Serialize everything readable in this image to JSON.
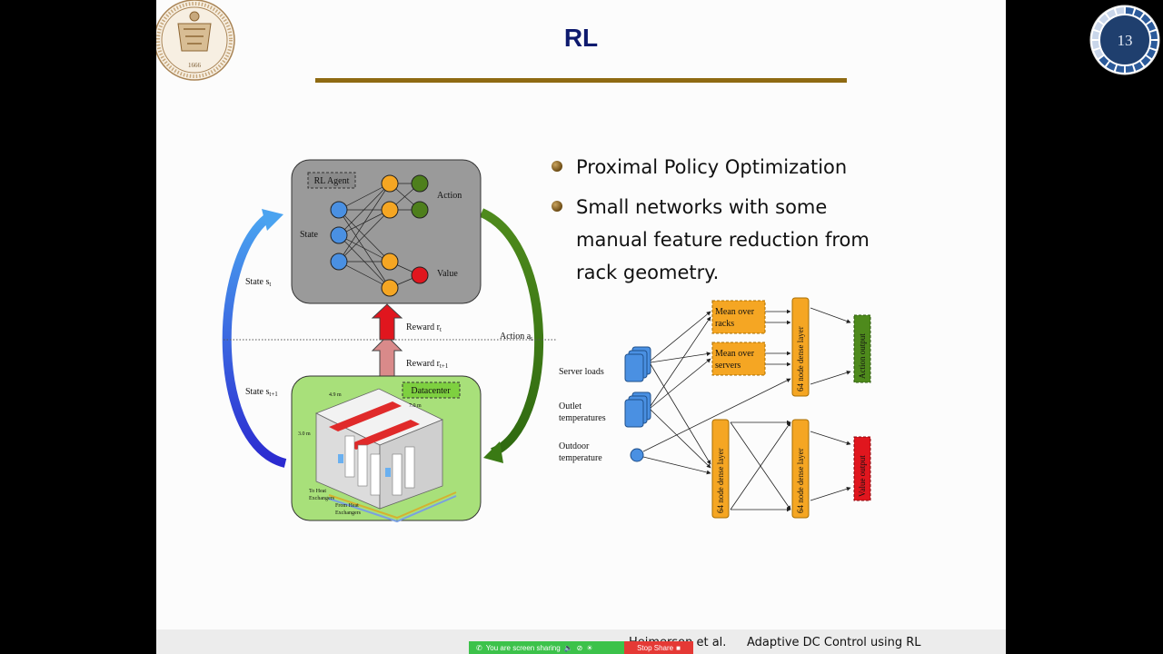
{
  "slide": {
    "title": "RL",
    "bullets": [
      "Proximal Policy Optimization",
      "Small networks with some manual feature reduction from rack geometry."
    ],
    "footer_author": "Heimerson et al.",
    "footer_title": "Adaptive DC Control using RL"
  },
  "page_number": "13",
  "seal": {
    "year": "1666"
  },
  "rl_diagram": {
    "agent_label": "RL Agent",
    "state_label": "State",
    "action_label": "Action",
    "value_label": "Value",
    "state_st": "State s",
    "state_st_sub": "t",
    "state_st1": "State s",
    "state_st1_sub": "t+1",
    "reward_rt": "Reward r",
    "reward_rt_sub": "t",
    "reward_rt1": "Reward r",
    "reward_rt1_sub": "t+1",
    "action_at": "Action a",
    "action_at_sub": "t",
    "datacenter_label": "Datacenter",
    "dim_1": "4.9 m",
    "dim_2": "7.0 m",
    "dim_3": "3.0 m",
    "to_heat": "To Heat Exchangers",
    "from_heat": "From Heat Exchangers"
  },
  "nn_diagram": {
    "server_loads": "Server loads",
    "outlet_temps_1": "Outlet",
    "outlet_temps_2": "temperatures",
    "outdoor_temp_1": "Outdoor",
    "outdoor_temp_2": "temperature",
    "mean_racks_1": "Mean over",
    "mean_racks_2": "racks",
    "mean_servers_1": "Mean over",
    "mean_servers_2": "servers",
    "dense_layer": "64 node dense layer",
    "action_output": "Action output",
    "value_output": "Value output"
  },
  "screen_share": {
    "status": "You are screen sharing",
    "stop_label": "Stop Share"
  },
  "colors": {
    "title": "#0e1a6e",
    "rule": "#8f6a12",
    "blue_node": "#4a90e2",
    "orange_node": "#f5a623",
    "green_node": "#4e7f1c",
    "red_node": "#e0161e",
    "datacenter_bg": "#a8e07a",
    "agent_bg": "#9a9a9a"
  }
}
